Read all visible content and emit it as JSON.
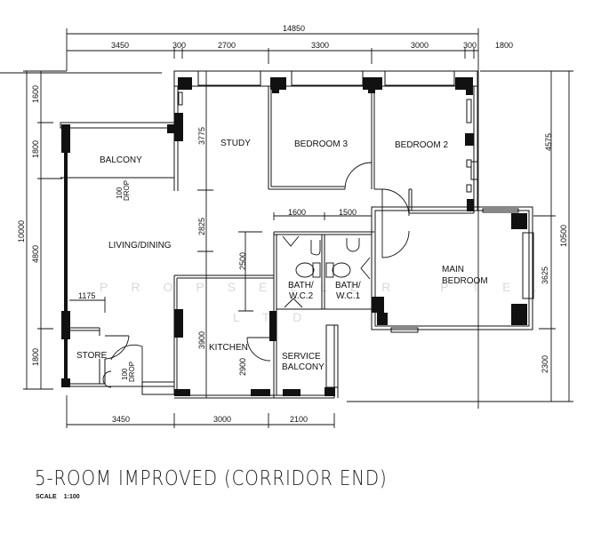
{
  "title": "5-ROOM IMPROVED (CORRIDOR END)",
  "scale_label": "SCALE",
  "scale_value": "1:100",
  "watermark": {
    "line1": "PROPSELLER PTE.",
    "line2": "LTD"
  },
  "rooms": {
    "balcony": "BALCONY",
    "living_dining": "LIVING/DINING",
    "study": "STUDY",
    "bedroom3": "BEDROOM 3",
    "bedroom2": "BEDROOM 2",
    "bath2_l1": "BATH/",
    "bath2_l2": "W.C.2",
    "bath1_l1": "BATH/",
    "bath1_l2": "W.C.1",
    "main_bedroom_l1": "MAIN",
    "main_bedroom_l2": "BEDROOM",
    "store": "STORE",
    "kitchen": "KITCHEN",
    "service_balcony_l1": "SERVICE",
    "service_balcony_l2": "BALCONY"
  },
  "notes": {
    "drop_balcony_l1": "100",
    "drop_balcony_l2": "DROP",
    "drop_entry_l1": "100",
    "drop_entry_l2": "DROP"
  },
  "dimensions": {
    "top_overall": "14850",
    "top": [
      "3450",
      "300",
      "2700",
      "3300",
      "3000",
      "300",
      "1800"
    ],
    "left_overall": "10000",
    "left": [
      "1600",
      "1800",
      "4800",
      "1800"
    ],
    "right_overall": "10500",
    "right": [
      "4575",
      "3625",
      "2300"
    ],
    "bottom": [
      "3450",
      "3000",
      "2100"
    ],
    "interior": {
      "study_height": "3775",
      "living_height": "2825",
      "baths_width_1": "1600",
      "baths_width_2": "1500",
      "bath_height": "2500",
      "store_width": "1175",
      "kitchen_height": "3900",
      "service_height": "2900"
    }
  }
}
